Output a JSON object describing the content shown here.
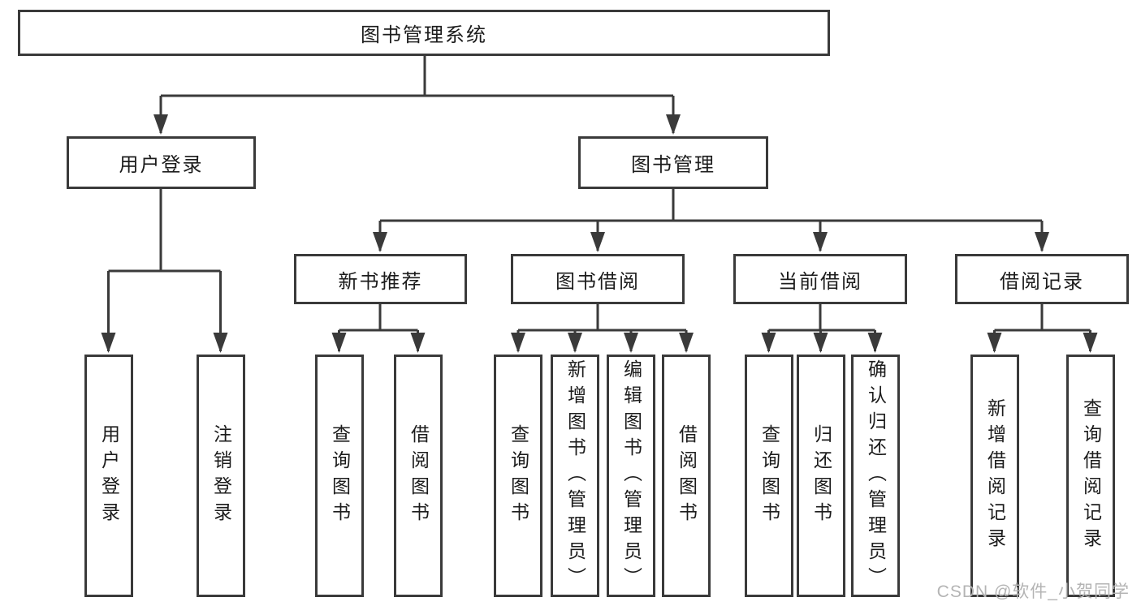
{
  "tree": {
    "root": {
      "label": "图书管理系统"
    },
    "branches": [
      {
        "label": "用户登录",
        "children": [
          {
            "label": "用户登录"
          },
          {
            "label": "注销登录"
          }
        ]
      },
      {
        "label": "图书管理",
        "sections": [
          {
            "label": "新书推荐",
            "children": [
              {
                "label": "查询图书"
              },
              {
                "label": "借阅图书"
              }
            ]
          },
          {
            "label": "图书借阅",
            "children": [
              {
                "label": "查询图书"
              },
              {
                "label": "新增图书（管理员）"
              },
              {
                "label": "编辑图书（管理员）"
              },
              {
                "label": "借阅图书"
              }
            ]
          },
          {
            "label": "当前借阅",
            "children": [
              {
                "label": "查询图书"
              },
              {
                "label": "归还图书"
              },
              {
                "label": "确认归还（管理员）"
              }
            ]
          },
          {
            "label": "借阅记录",
            "children": [
              {
                "label": "新增借阅记录"
              },
              {
                "label": "查询借阅记录"
              }
            ]
          }
        ]
      }
    ]
  },
  "watermark": {
    "text": "CSDN @软件_小贺同学"
  },
  "colors": {
    "line": "#3a3a3a",
    "text": "#1c1c1c",
    "box_background": "#ffffff",
    "watermark": "#b4b4b4",
    "background": "#ffffff"
  }
}
